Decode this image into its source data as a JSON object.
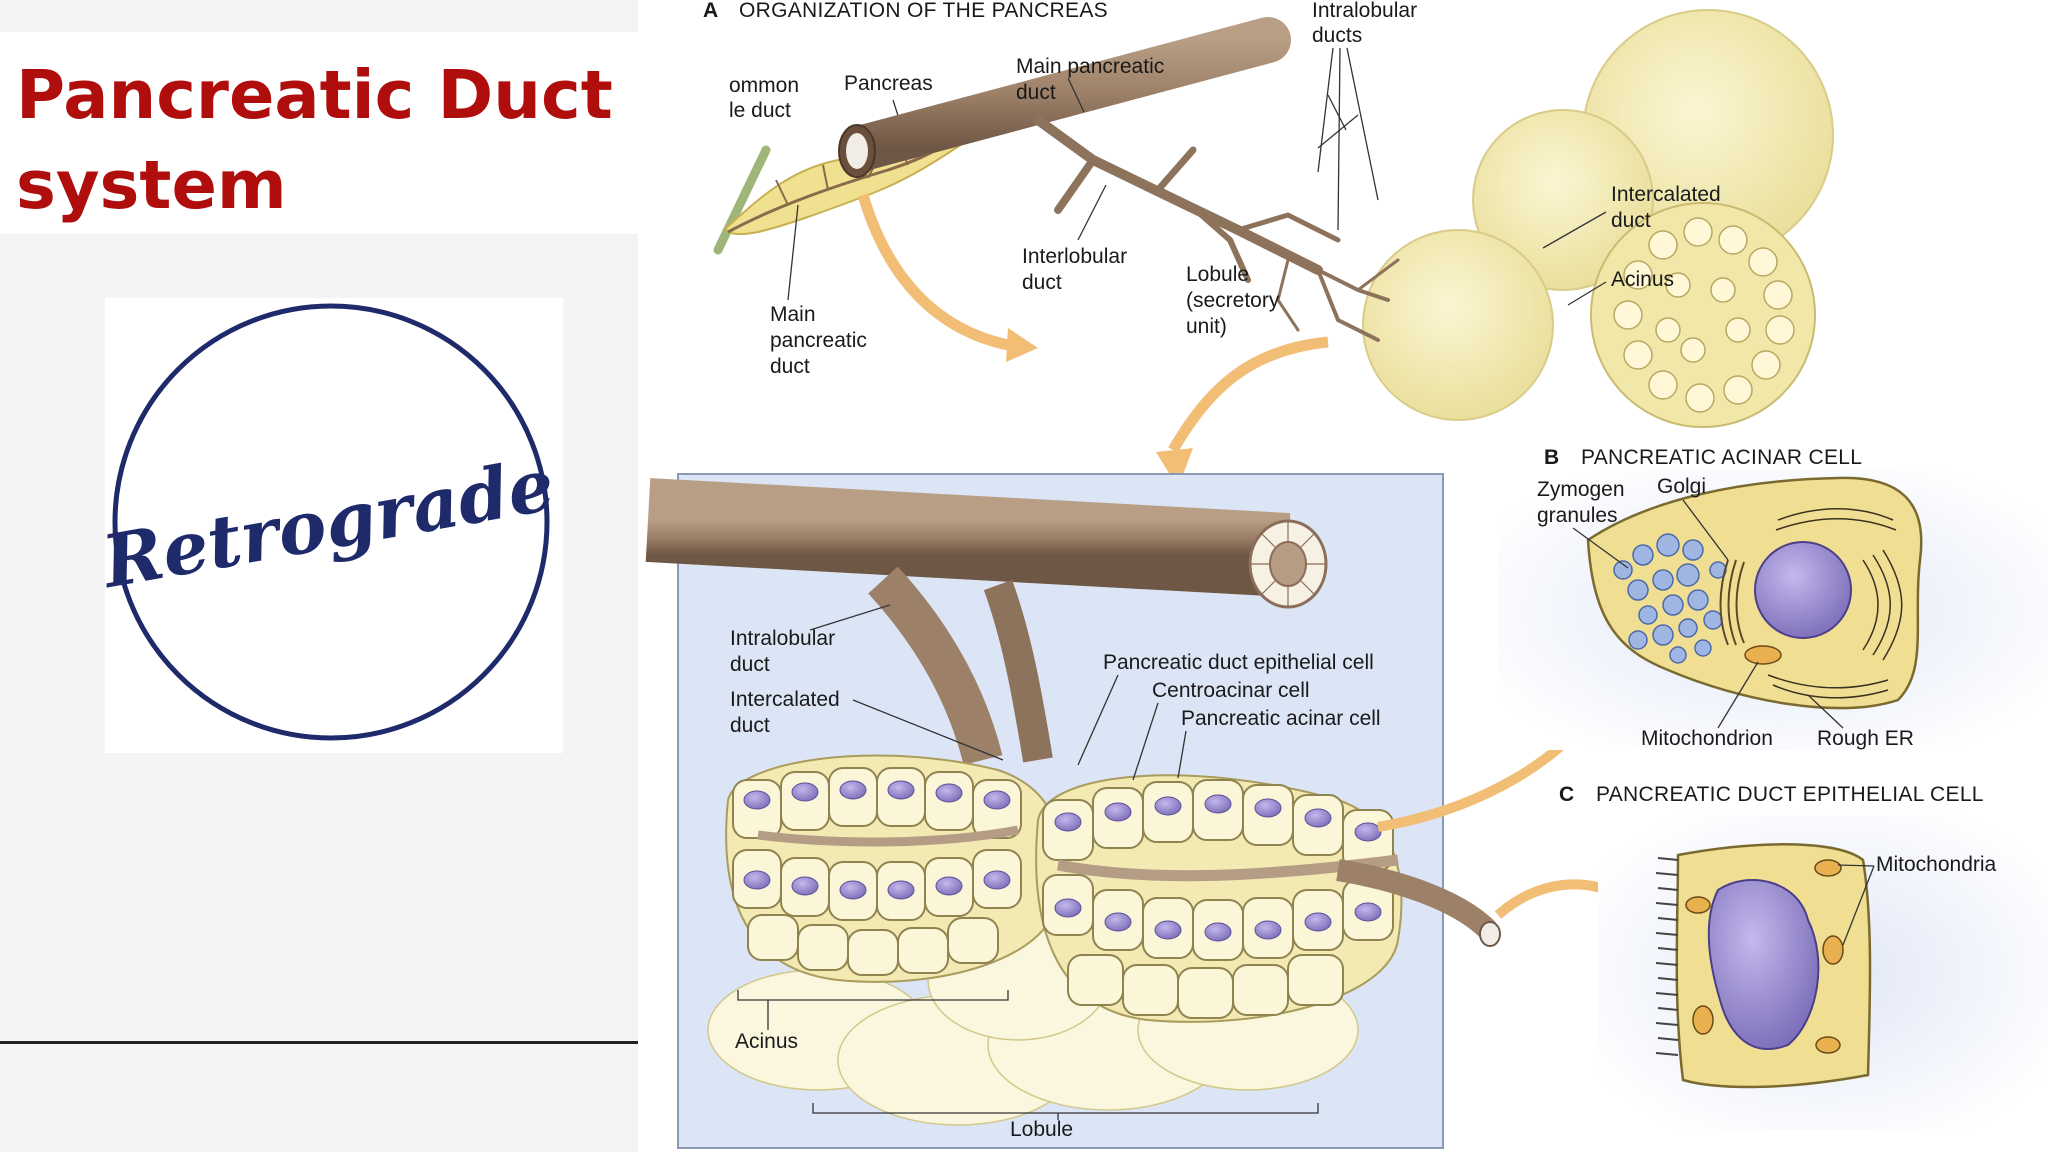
{
  "slide": {
    "title_line1": "Pancreatic Duct",
    "title_line2": "system",
    "logo_text": "Retrograde",
    "colors": {
      "title": "#b00d0d",
      "logo_navy": "#1f2a6b",
      "tissue_yellow": "#f3eab0",
      "duct_brown": "#9c8068",
      "nucleus_purple": "#9b8fcc"
    }
  },
  "figure": {
    "panel_a": {
      "letter": "A",
      "title": "ORGANIZATION OF THE PANCREAS"
    },
    "panel_b": {
      "letter": "B",
      "title": "PANCREATIC ACINAR CELL"
    },
    "panel_c": {
      "letter": "C",
      "title": "PANCREATIC DUCT EPITHELIAL CELL"
    },
    "labels_a": {
      "common_bile_1": "ommon",
      "common_bile_2": "le duct",
      "pancreas": "Pancreas",
      "main_duct_1": "Main",
      "main_duct_2": "pancreatic",
      "main_duct_3": "duct",
      "main_pancreatic_1": "Main pancreatic",
      "main_pancreatic_2": "duct",
      "intralobular_1": "Intralobular",
      "intralobular_2": "ducts",
      "interlobular_1": "Interlobular",
      "interlobular_2": "duct",
      "lobule_1": "Lobule",
      "lobule_2": "(secretory",
      "lobule_3": "unit)",
      "intercalated_1": "Intercalated",
      "intercalated_2": "duct",
      "acinus": "Acinus"
    },
    "labels_main": {
      "intralobular_1": "Intralobular",
      "intralobular_2": "duct",
      "intercalated_1": "Intercalated",
      "intercalated_2": "duct",
      "duct_epithelial": "Pancreatic duct epithelial cell",
      "centroacinar": "Centroacinar cell",
      "acinar": "Pancreatic acinar cell",
      "acinus": "Acinus",
      "lobule": "Lobule"
    },
    "labels_b": {
      "zymogen_1": "Zymogen",
      "zymogen_2": "granules",
      "golgi": "Golgi",
      "mitochondrion": "Mitochondrion",
      "rough_er": "Rough ER"
    },
    "labels_c": {
      "mitochondria": "Mitochondria"
    }
  }
}
